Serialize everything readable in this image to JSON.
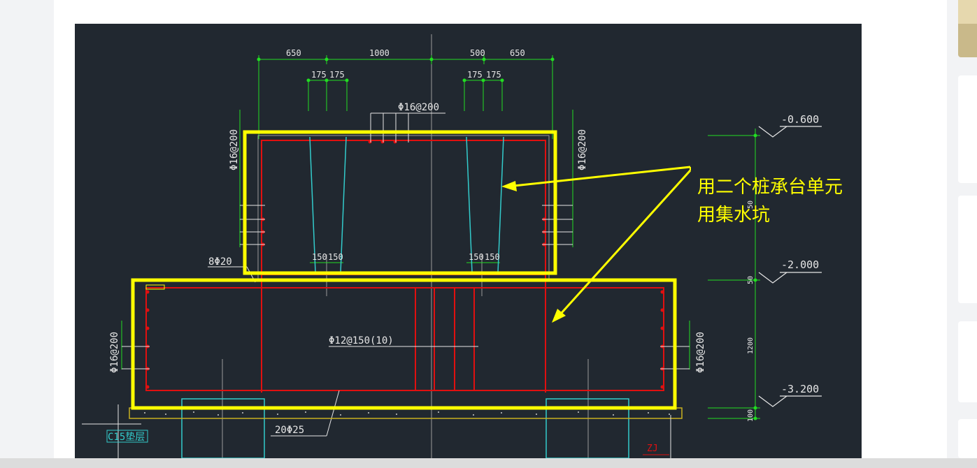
{
  "drawing": {
    "dims_top": [
      "650",
      "1000",
      "500",
      "650"
    ],
    "dims_sub": [
      "175",
      "175",
      "175",
      "175"
    ],
    "dims_bottom_left": [
      "150",
      "150"
    ],
    "dims_bottom_right": [
      "150",
      "150"
    ],
    "rebar_top": "Φ16@200",
    "rebar_left_upper": "Φ16@200",
    "rebar_right_upper": "Φ16@200",
    "rebar_left_lower": "Φ16@200",
    "rebar_right_lower": "Φ16@200",
    "rebar_stirrup": "Φ12@150(10)",
    "rebar_8": "8Φ20",
    "rebar_20": "20Φ25",
    "cushion_label": "C15垫层",
    "zj_label": "ZJ",
    "elevations": [
      "-0.600",
      "-2.000",
      "-3.200"
    ],
    "vert_dims": [
      "50",
      "50",
      "1200",
      "100"
    ]
  },
  "annotation": {
    "line1": "用二个桩承台单元",
    "line2": "用集水坑",
    "color": "#ffff00"
  },
  "colors": {
    "cad_bg": "#212830",
    "rebar_red": "#e01010",
    "dim_green": "#22dd22",
    "pile_cyan": "#33cccc",
    "highlight_yellow": "#ffff00",
    "text_white": "#e6e6e6"
  }
}
